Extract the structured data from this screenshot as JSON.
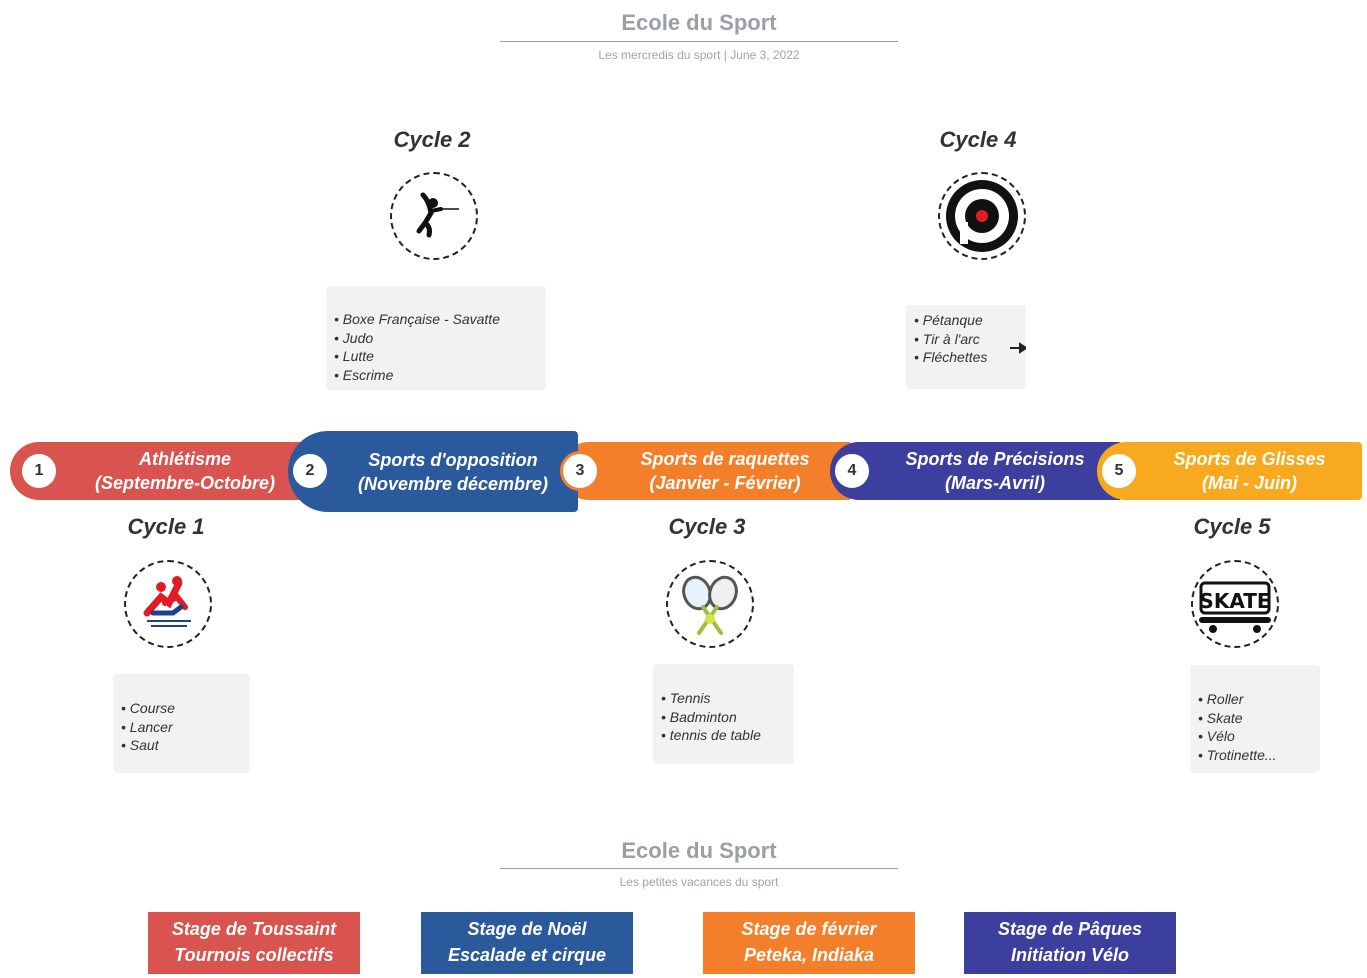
{
  "top_header": {
    "title": "Ecole du Sport",
    "subtitle": "Les mercredis du sport  |  June 3, 2022"
  },
  "timeline": [
    {
      "number": "1",
      "line1": "Athlétisme",
      "line2": "(Septembre-Octobre)",
      "color": "#d9534f"
    },
    {
      "number": "2",
      "line1": "Sports d'opposition",
      "line2": "(Novembre décembre)",
      "color": "#2a5a9c"
    },
    {
      "number": "3",
      "line1": "Sports de raquettes",
      "line2": "(Janvier - Février)",
      "color": "#f47f2a"
    },
    {
      "number": "4",
      "line1": "Sports de Précisions",
      "line2": "(Mars-Avril)",
      "color": "#3d3f9e"
    },
    {
      "number": "5",
      "line1": "Sports de Glisses",
      "line2": "(Mai -  Juin)",
      "color": "#f8a91e"
    }
  ],
  "cycles": {
    "cycle1": {
      "title": "Cycle 1",
      "icon": "athletics-icon",
      "items": [
        "Course",
        "Lancer",
        "Saut"
      ]
    },
    "cycle2": {
      "title": "Cycle 2",
      "icon": "fencing-icon",
      "items": [
        "Boxe Française - Savatte",
        "Judo",
        "Lutte",
        "Escrime"
      ]
    },
    "cycle3": {
      "title": "Cycle 3",
      "icon": "tennis-rackets-icon",
      "items": [
        "Tennis",
        "Badminton",
        "tennis de table"
      ]
    },
    "cycle4": {
      "title": "Cycle 4",
      "icon": "target-icon",
      "items": [
        "Pétanque",
        "Tir à l'arc",
        "Fléchettes"
      ]
    },
    "cycle5": {
      "title": "Cycle 5",
      "icon": "skate-icon",
      "items": [
        "Roller",
        "Skate",
        "Vélo",
        "Trotinette..."
      ]
    }
  },
  "bottom_header": {
    "title": "Ecole du Sport",
    "subtitle": "Les petites vacances du sport"
  },
  "stages": [
    {
      "line1": "Stage de Toussaint",
      "line2": "Tournois collectifs",
      "color": "#d9534f"
    },
    {
      "line1": "Stage de Noël",
      "line2": "Escalade et cirque",
      "color": "#2a5a9c"
    },
    {
      "line1": "Stage de février",
      "line2": "Peteka, Indiaka",
      "color": "#f47f2a"
    },
    {
      "line1": "Stage de Pâques",
      "line2": "Initiation Vélo",
      "color": "#3d3f9e"
    }
  ],
  "skate_logo_text": "SKATE"
}
